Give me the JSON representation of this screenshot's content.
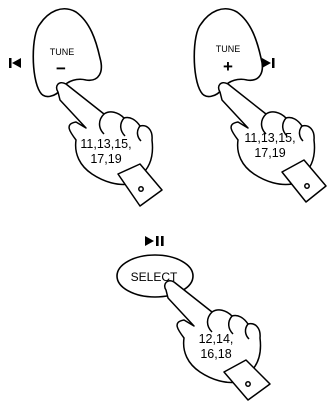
{
  "colors": {
    "line": "#000000",
    "background": "#ffffff"
  },
  "tune_minus_panel": {
    "button_label": "TUNE",
    "button_symbol": "−",
    "side_icon": "skip-previous-icon",
    "side_glyph": "⧏",
    "step_refs": [
      "11,13,15,",
      "17,19"
    ]
  },
  "tune_plus_panel": {
    "button_label": "TUNE",
    "button_symbol": "+",
    "side_icon": "skip-next-icon",
    "side_glyph": "⧐",
    "step_refs": [
      "11,13,15,",
      "17,19"
    ]
  },
  "select_panel": {
    "top_icon": "play-pause-icon",
    "top_glyph": "▶❙❙",
    "button_label": "SELECT",
    "step_refs": [
      "12,14,",
      "16,18"
    ]
  }
}
